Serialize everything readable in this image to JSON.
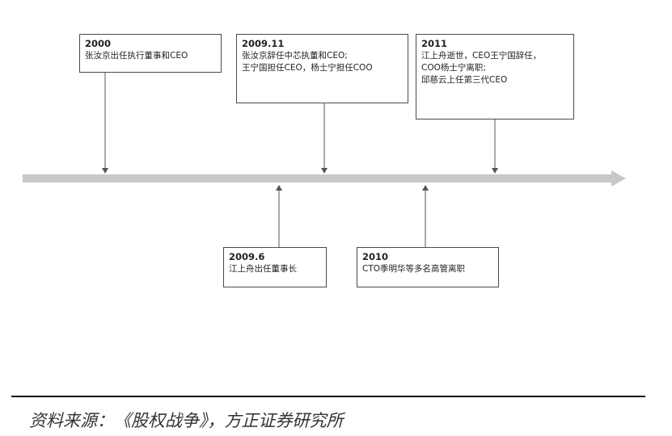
{
  "events_above": [
    {
      "year": "2000",
      "lines": [
        "张汝京出任执行董事和CEO"
      ]
    },
    {
      "year": "2009.11",
      "lines": [
        "张汝京辞任中芯执董和CEO;",
        "王宁国担任CEO，杨士宁担任COO"
      ]
    },
    {
      "year": "2011",
      "lines": [
        "江上舟逝世，CEO王宁国辞任，",
        "COO杨士宁离职;",
        "邱慈云上任第三代CEO"
      ]
    }
  ],
  "events_below": [
    {
      "year": "2009.6",
      "lines": [
        "江上舟出任董事长"
      ]
    },
    {
      "year": "2010",
      "lines": [
        "CTO季明华等多名高管离职"
      ]
    }
  ],
  "source": "资料来源：《股权战争》，方正证券研究所",
  "colors": {
    "timeline": "#c8c8c8",
    "border": "#4a4a4a",
    "arrow": "#555555"
  }
}
